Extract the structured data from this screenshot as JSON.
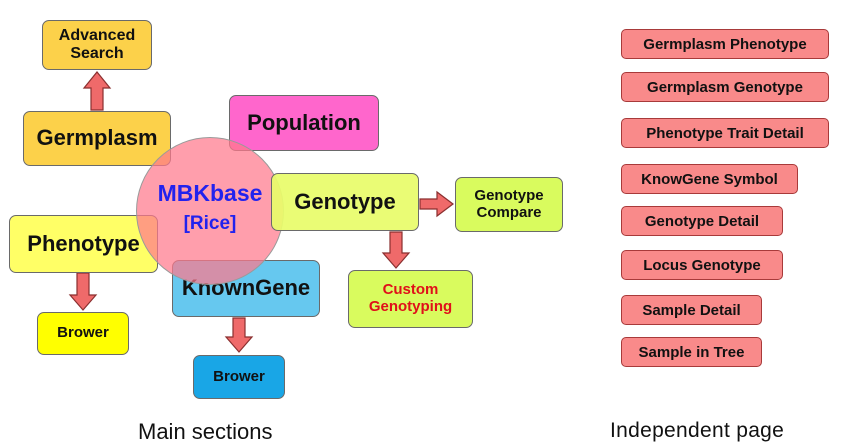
{
  "main": {
    "advanced_search": {
      "line1": "Advanced",
      "line2": "Search"
    },
    "germplasm": "Germplasm",
    "population": "Population",
    "center": {
      "title": "MBKbase",
      "subtitle": "[Rice]"
    },
    "genotype": "Genotype",
    "genotype_compare": {
      "line1": "Genotype",
      "line2": "Compare"
    },
    "phenotype": "Phenotype",
    "knowngene": "KnownGene",
    "custom_genotyping": {
      "line1": "Custom",
      "line2": "Genotyping"
    },
    "phenotype_brower": "Brower",
    "knowngene_brower": "Brower",
    "caption": "Main sections"
  },
  "independent": {
    "pages": [
      "Germplasm Phenotype",
      "Germplasm Genotype",
      "Phenotype Trait Detail",
      "KnowGene Symbol",
      "Genotype Detail",
      "Locus Genotype",
      "Sample Detail",
      "Sample in Tree"
    ],
    "caption": "Independent page"
  },
  "colors": {
    "orange": "#fcd14a",
    "yellow": "#ffff66",
    "magenta": "#ff66cc",
    "lime": "#e8fc6a",
    "cyan": "#66c8ef",
    "blue": "#19a6e6",
    "salmon": "#f98a8a",
    "arrow": "#ef6a6a"
  }
}
